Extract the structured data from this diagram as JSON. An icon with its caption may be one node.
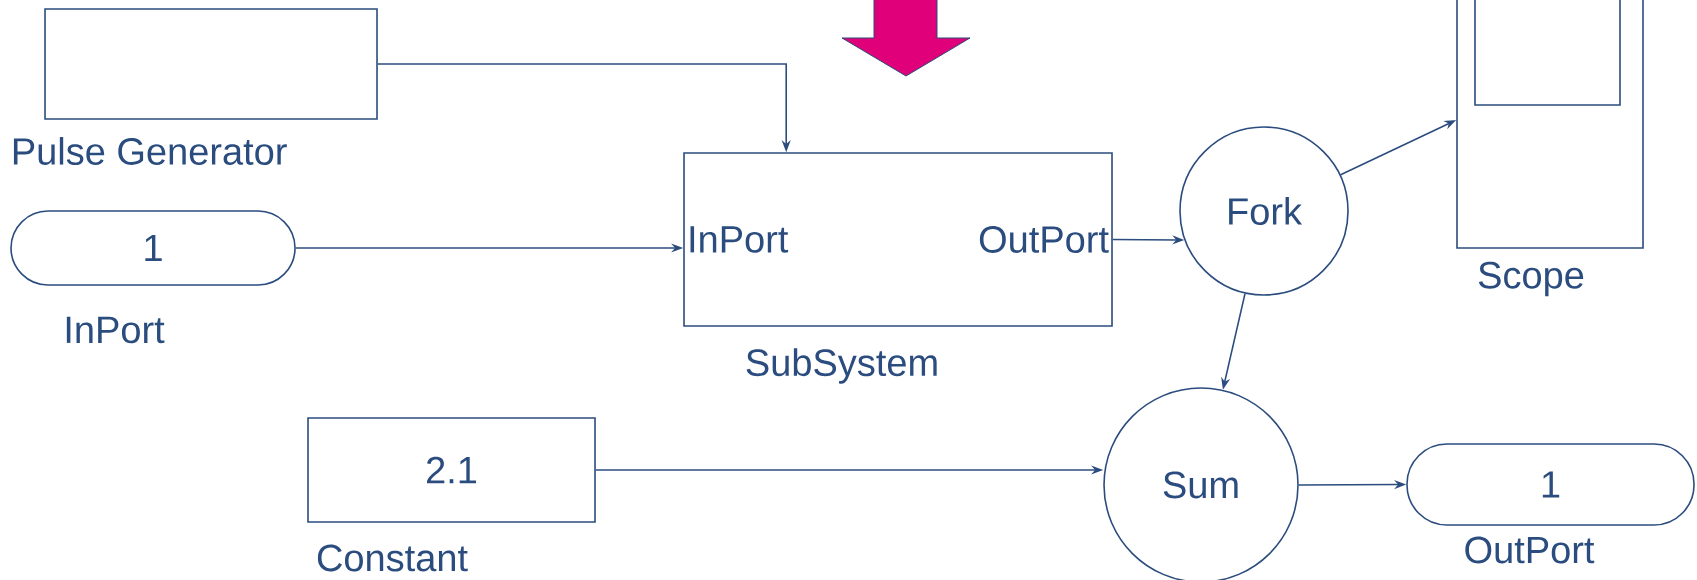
{
  "diagram": {
    "nodes": [
      {
        "text": [],
        "shape": "box",
        "beside": [
          "Pulse Generator"
        ]
      },
      {
        "text": [
          "1"
        ],
        "beside": [
          "InPort"
        ]
      },
      {
        "text": [
          "InPort",
          "OutPort"
        ],
        "beside": [
          "SubSystem"
        ]
      },
      {
        "text": [
          "Fork"
        ]
      },
      {
        "text": [],
        "shape": "box",
        "beside": [
          "Scope"
        ]
      },
      {
        "text": [
          "2.1"
        ],
        "beside": [
          "Constant"
        ]
      },
      {
        "text": [
          "Sum"
        ]
      },
      {
        "text": [
          "1"
        ],
        "beside": [
          "OutPort"
        ]
      }
    ],
    "edges": [
      {
        "from": 0,
        "to": 2,
        "arrow": "to"
      },
      {
        "from": 1,
        "to": 2,
        "arrow": "to"
      },
      {
        "from": 2,
        "to": 3,
        "arrow": "to"
      },
      {
        "from": 3,
        "to": 4,
        "arrow": "to"
      },
      {
        "from": 3,
        "to": 6,
        "arrow": "to"
      },
      {
        "from": 5,
        "to": 6,
        "arrow": "to"
      },
      {
        "from": 6,
        "to": 7,
        "arrow": "to"
      }
    ]
  }
}
